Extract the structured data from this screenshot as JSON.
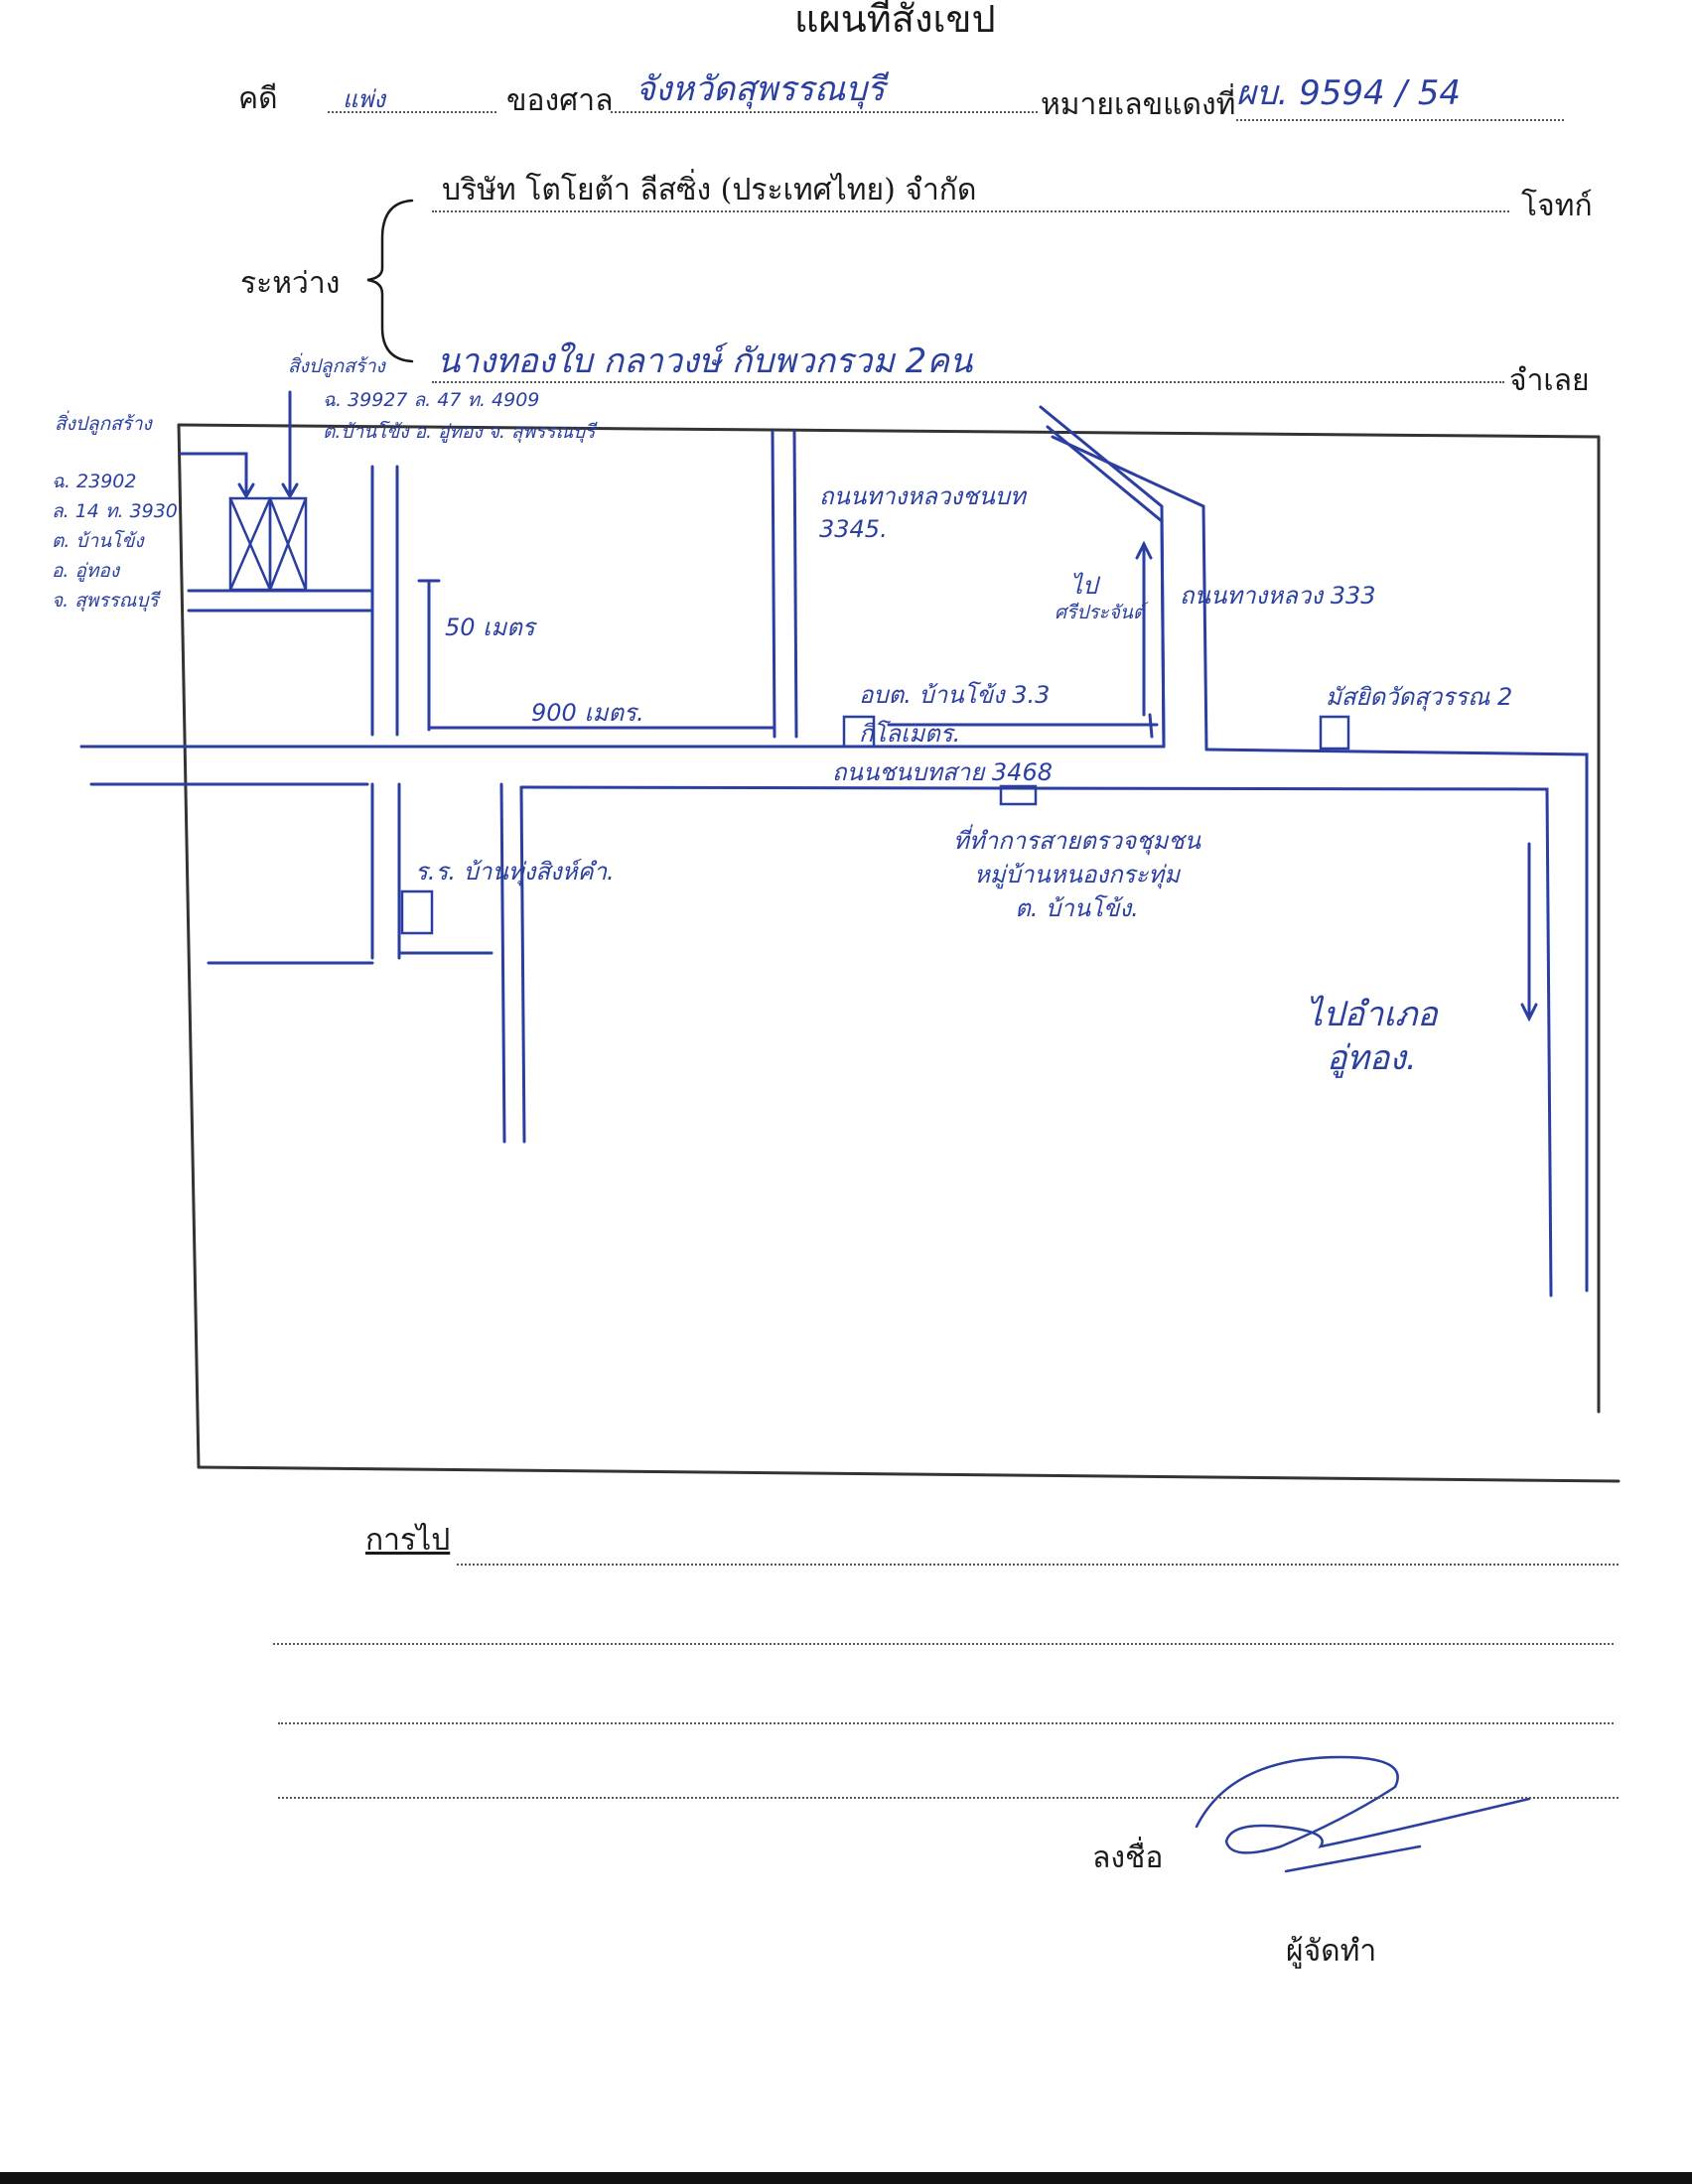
{
  "header": {
    "title": "แผนที่สังเขป",
    "case_label": "คดี",
    "case_type": "แพ่ง",
    "court_label": "ของศาล",
    "court_name": "จังหวัดสุพรรณบุรี",
    "red_number_label": "หมายเลขแดงที่",
    "red_number": "ผบ. 9594 / 54"
  },
  "parties": {
    "between_label": "ระหว่าง",
    "plaintiff_name": "บริษัท โตโยต้า ลีสซิ่ง (ประเทศไทย) จำกัด",
    "plaintiff_label": "โจทก์",
    "defendant_name": "นางทองใบ กลาวงษ์ กับพวกรวม 2คน",
    "defendant_label": "จำเลย"
  },
  "map": {
    "property1_label": "สิ่งปลูกสร้าง",
    "property1_deed": "ฉ. 39927 ล. 47 ท. 4909",
    "property1_location": "ต.บ้านโข้ง อ. อู่ทอง จ. สุพรรณบุรี",
    "property2_label": "สิ่งปลูกสร้าง",
    "property2_lines": [
      "ฉ. 23902",
      "ล. 14 ท. 3930",
      "ต. บ้านโข้ง",
      "อ. อู่ทอง",
      "จ. สุพรรณบุรี"
    ],
    "road_3345": "ถนนทางหลวงชนบท 3345.",
    "road_333": "ถนนทางหลวง 333",
    "to_direction": "ไป",
    "to_place": "ศรีประจันต์",
    "distance_50m": "50 เมตร",
    "distance_900m": "900 เมตร.",
    "sub_district_office": "อบต. บ้านโข้ง 3.3 กิโลเมตร.",
    "temple_label": "มัสยิดวัดสุวรรณ 2",
    "road_3468": "ถนนชนบทสาย 3468",
    "school_label": "ร.ร. บ้านทุ่งสิงห์คำ.",
    "community_office_lines": [
      "ที่ทำการสายตรวจชุมชน",
      "หมู่บ้านหนองกระทุ่ม",
      "ต. บ้านโข้ง."
    ],
    "to_uthong_lines": [
      "ไปอำเภอ",
      "อู่ทอง."
    ]
  },
  "footer": {
    "route_label": "การไป",
    "sign_label": "ลงชื่อ",
    "preparer_label": "ผู้จัดทำ"
  },
  "colors": {
    "ink": "#2a3fa0",
    "print": "#1a1a1a"
  }
}
